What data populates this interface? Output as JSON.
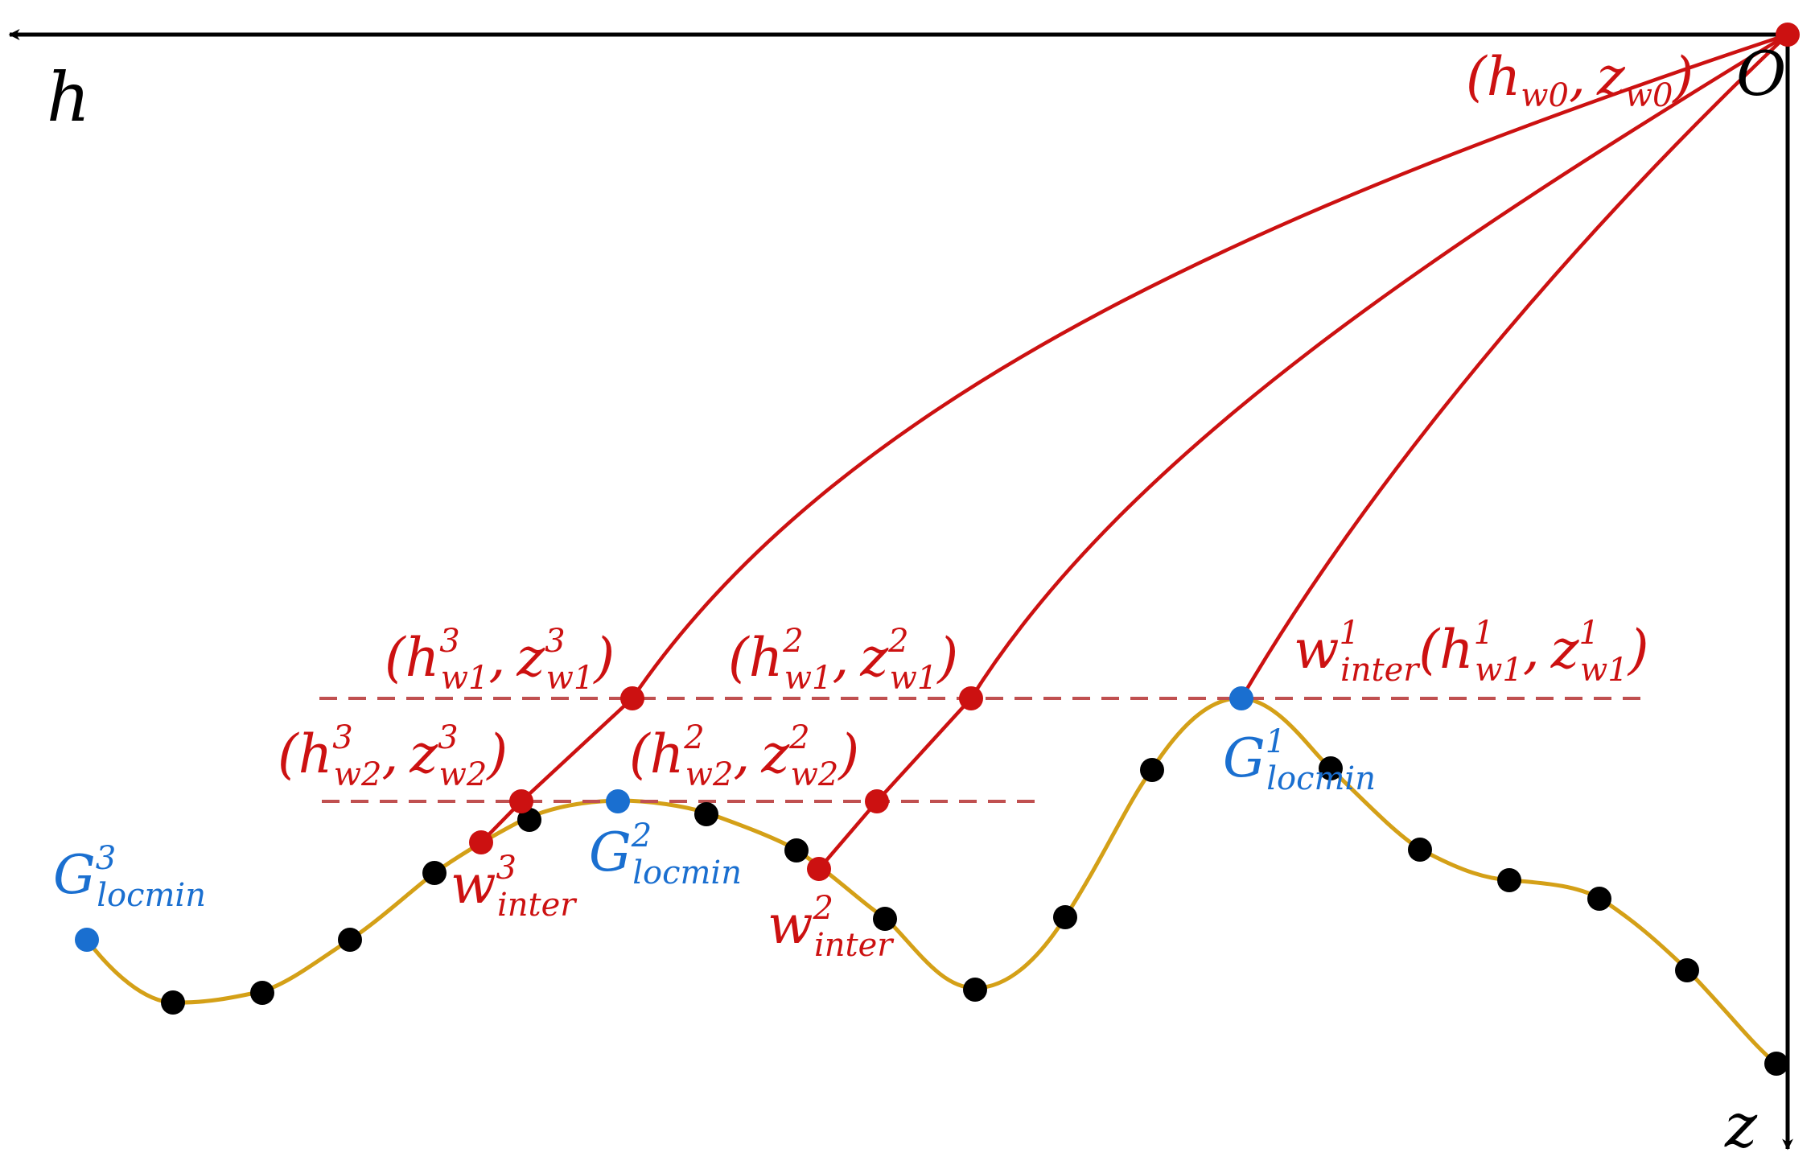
{
  "axes": {
    "h_label": "h",
    "z_label": "z",
    "origin_label": "O"
  },
  "origin_point": {
    "label": "(h_w0, z_w0)",
    "base_h": "h",
    "sub_h": "w0",
    "base_z": "z",
    "sub_z": "w0"
  },
  "points": {
    "p1_top": {
      "label": "(h^3_w1, z^3_w1)",
      "sup": "3",
      "sub": "w1"
    },
    "p2_top": {
      "label": "(h^2_w1, z^2_w1)",
      "sup": "2",
      "sub": "w1"
    },
    "p1_bottom": {
      "label": "(h^3_w2, z^3_w2)",
      "sup": "3",
      "sub": "w2"
    },
    "p2_bottom": {
      "label": "(h^2_w2, z^2_w2)",
      "sup": "2",
      "sub": "w2"
    },
    "p3": {
      "label": "(h^1_w1, z^1_w1)",
      "sup": "1",
      "sub": "w1"
    }
  },
  "intersections": {
    "w3": {
      "base": "w",
      "sup": "3",
      "sub": "inter"
    },
    "w2": {
      "base": "w",
      "sup": "2",
      "sub": "inter"
    },
    "w1": {
      "base": "w",
      "sup": "1",
      "sub": "inter"
    }
  },
  "minima": {
    "g3": {
      "base": "G",
      "sup": "3",
      "sub": "locmin"
    },
    "g2": {
      "base": "G",
      "sup": "2",
      "sub": "locmin"
    },
    "g1": {
      "base": "G",
      "sup": "1",
      "sub": "locmin"
    }
  },
  "colors": {
    "axis": "#000000",
    "ray": "#cc1111",
    "dashed": "#c05050",
    "curve": "#d4a017",
    "sample_point": "#000000",
    "local_min": "#1a6fd0",
    "label_red": "#cc1111",
    "label_blue": "#1a6fd0"
  },
  "symbols": {
    "comma": ",",
    "open_paren": "(",
    "close_paren": ")"
  }
}
